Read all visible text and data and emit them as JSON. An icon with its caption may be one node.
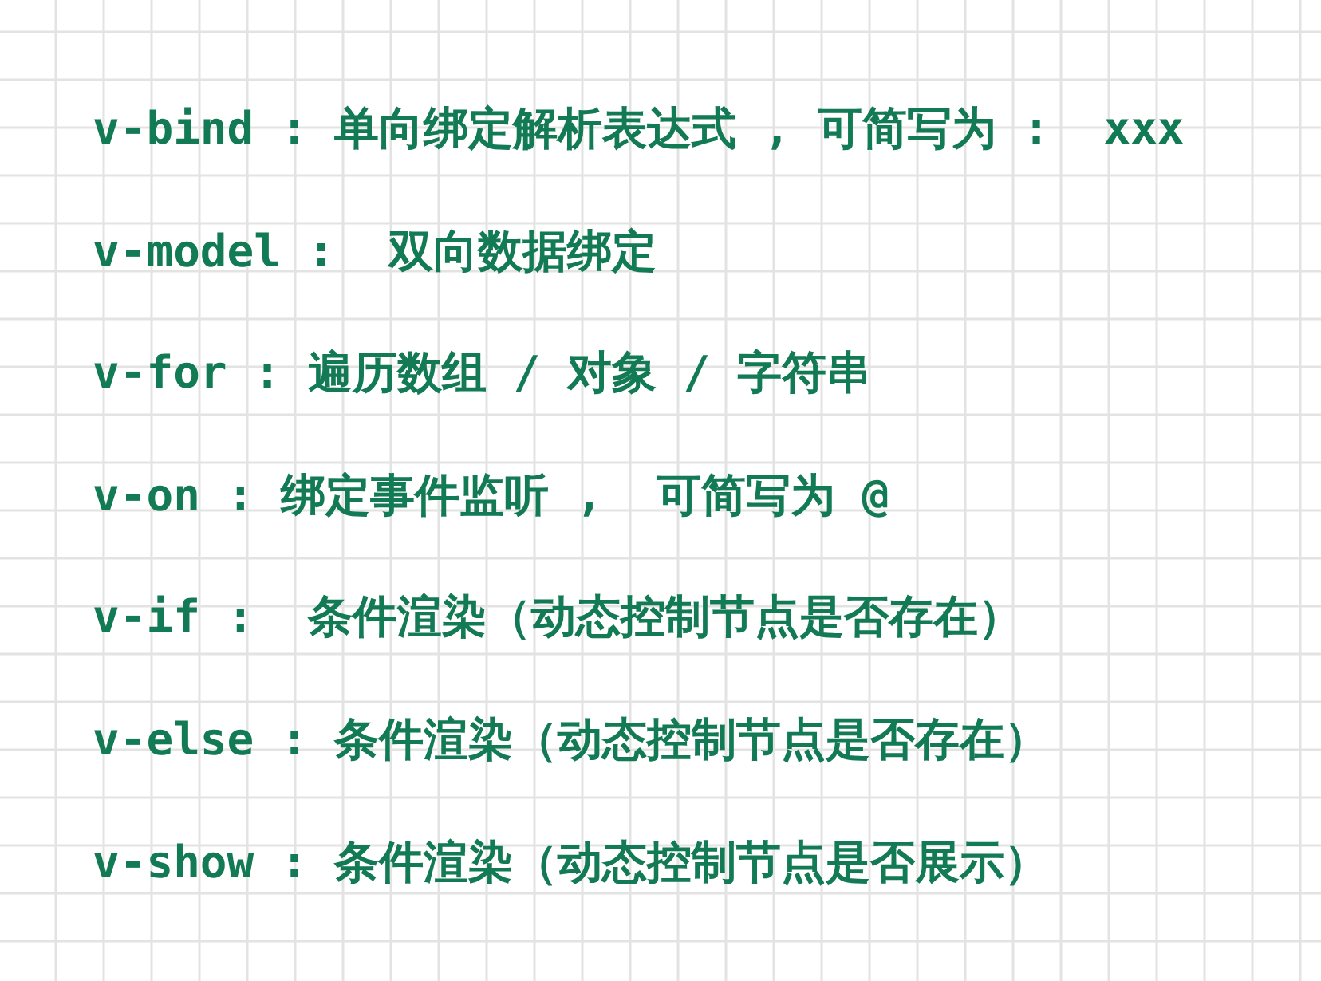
{
  "diagram": {
    "labels": [
      "v-bind : 单向绑定解析表达式 , 可简写为 :  xxx",
      "v-model :  双向数据绑定",
      "v-for : 遍历数组 / 对象 / 字符串",
      "v-on : 绑定事件监听 ,  可简写为 @",
      "v-if :  条件渲染（动态控制节点是否存在）",
      "v-else : 条件渲染（动态控制节点是否存在）",
      "v-show : 条件渲染（动态控制节点是否展示）"
    ]
  }
}
